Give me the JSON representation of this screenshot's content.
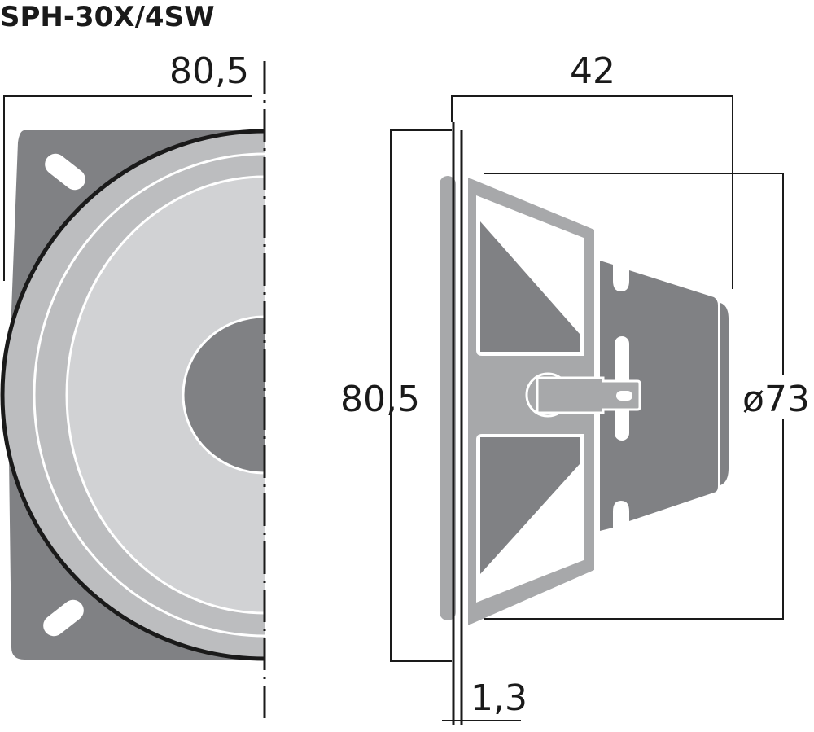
{
  "title": "SPH-30X/4SW",
  "front_view": {
    "width_label": "80,5"
  },
  "side_view": {
    "depth_label": "42",
    "height_label": "80,5",
    "diameter_label": "ø73",
    "flange_label": "1,3"
  },
  "colors": {
    "dark": "#808184",
    "mid": "#a7a8aa",
    "light": "#d1d2d4",
    "cone_ring": "#bcbdbf",
    "line": "#1a1a1a"
  }
}
